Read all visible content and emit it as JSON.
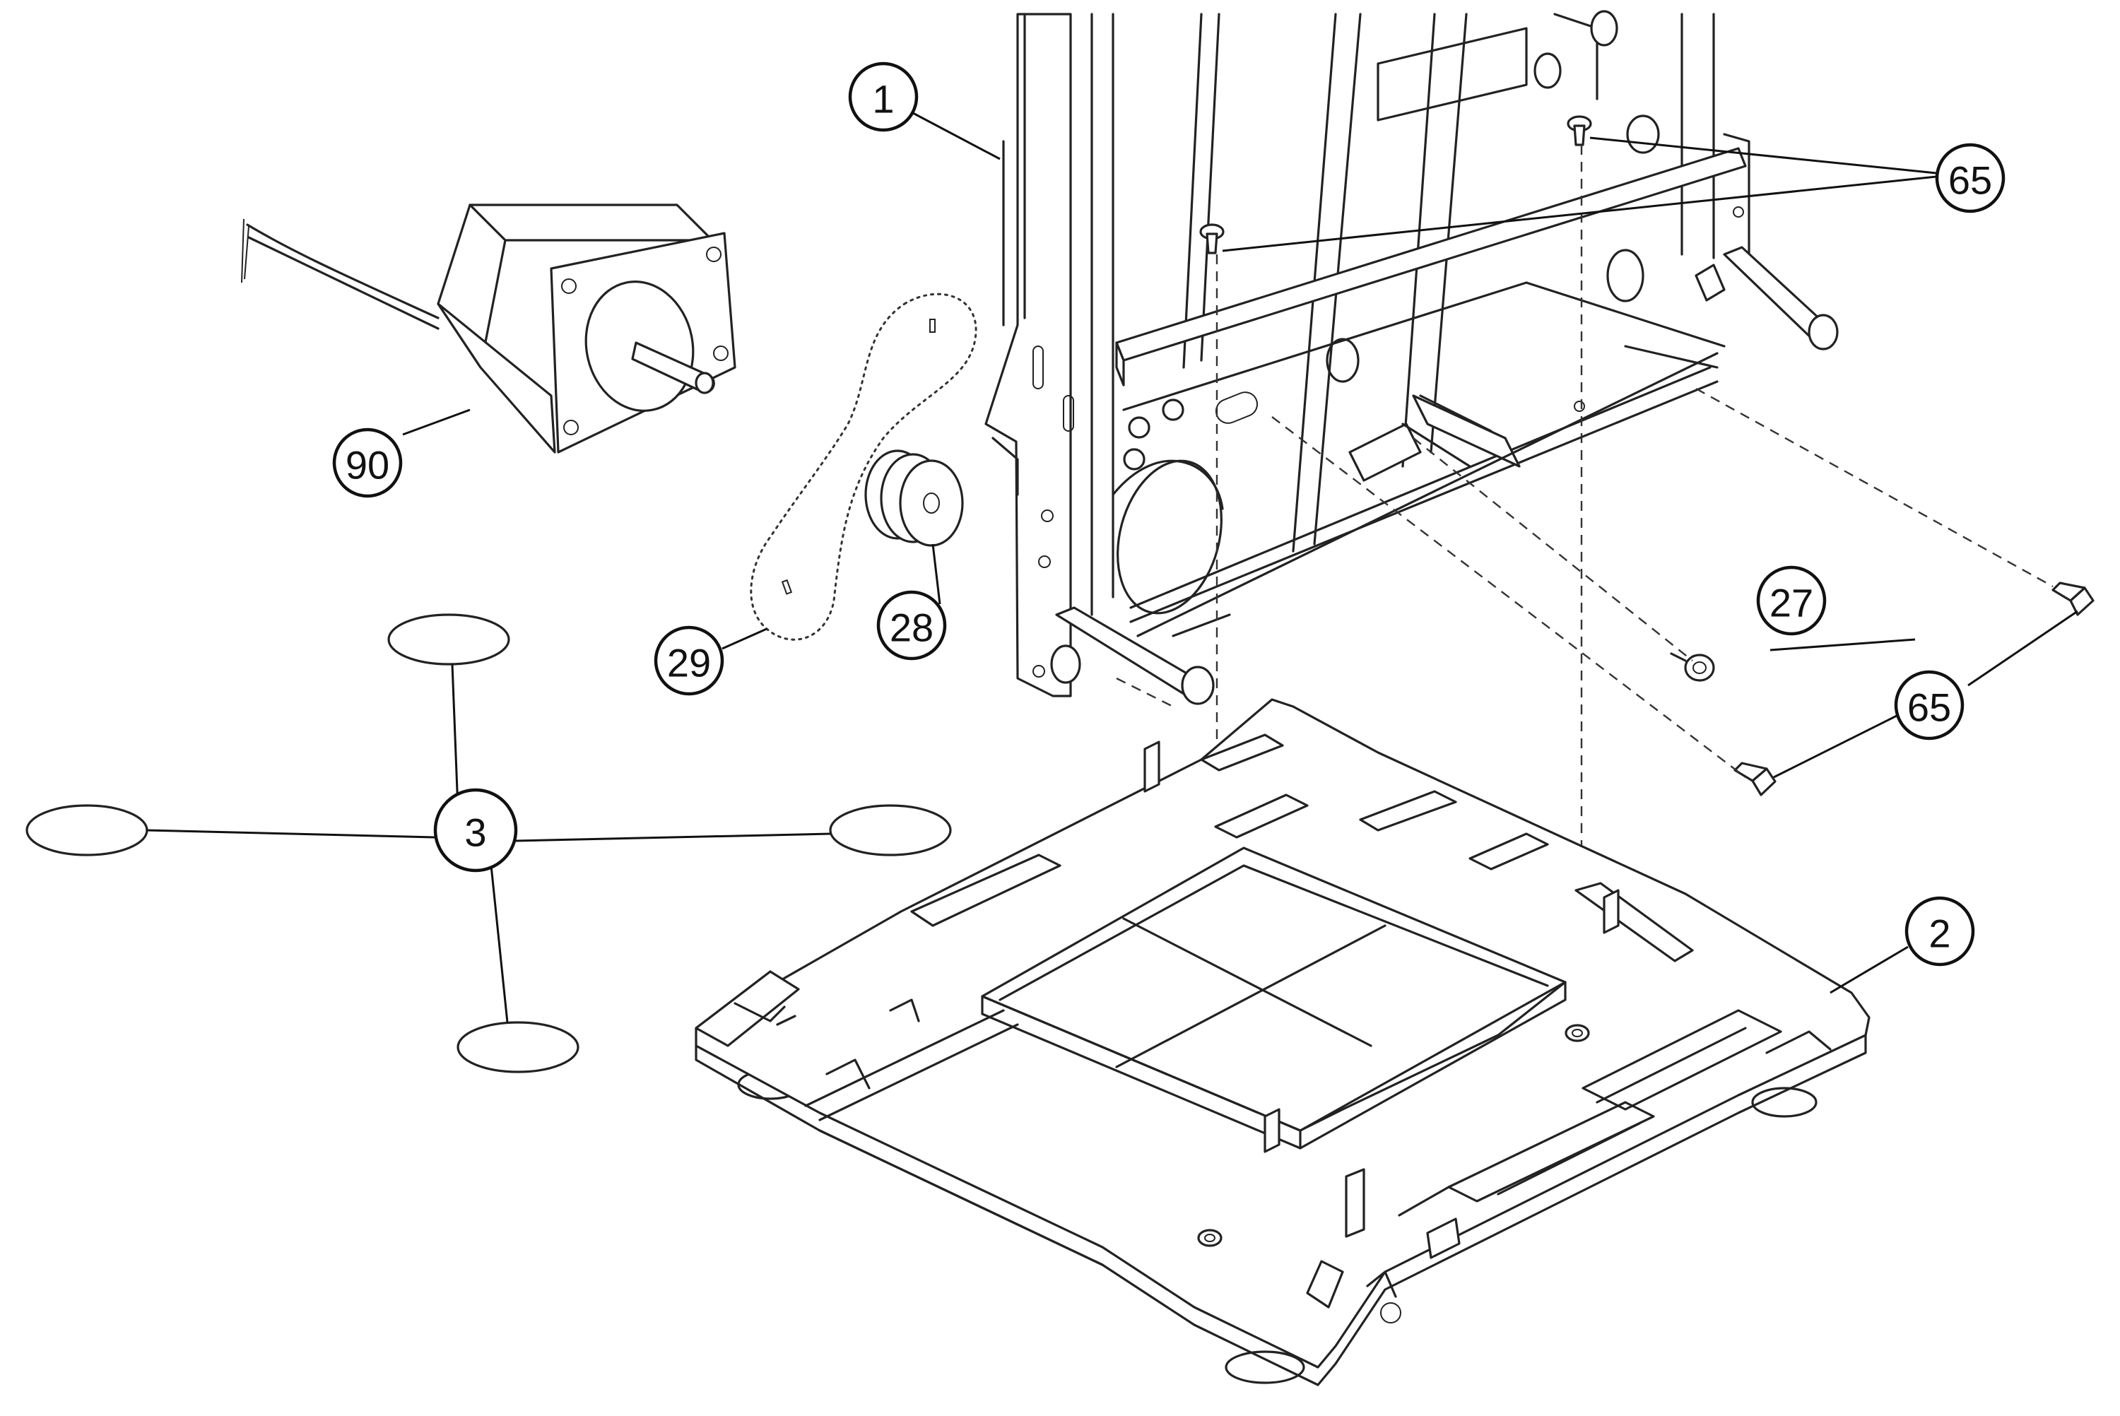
{
  "callouts": {
    "frame": "1",
    "base": "2",
    "feet": "3",
    "screw_bracket": "27",
    "pulley": "28",
    "belt": "29",
    "screws_top": "65",
    "screws_side": "65",
    "motor": "90"
  },
  "colors": {
    "line": "#222222",
    "background": "#ffffff"
  }
}
